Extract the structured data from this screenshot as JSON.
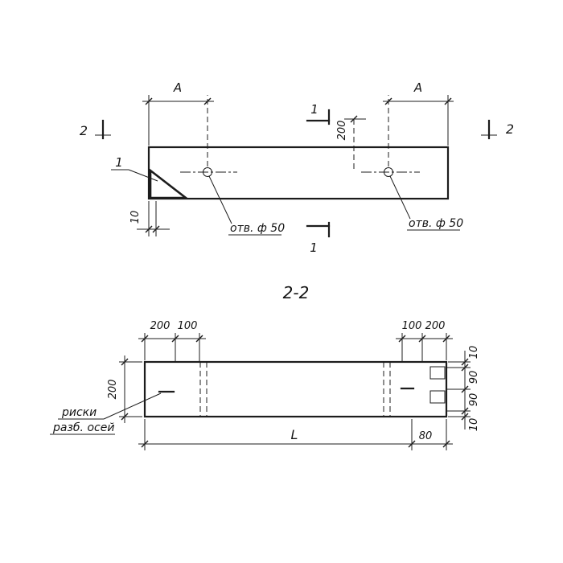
{
  "drawing": {
    "colors": {
      "paper": "#ffffff",
      "ink": "#1c1c1c"
    },
    "plan": {
      "dim_a_left": "A",
      "dim_a_right": "A",
      "section_2_left": "2",
      "section_2_right": "2",
      "section_1_top": "1",
      "section_1_bottom": "1",
      "dim_200": "200",
      "dim_10": "10",
      "hole_label_left": "отв. ф 50",
      "hole_label_right": "отв. ф 50",
      "detail_mark": "1"
    },
    "section": {
      "title": "2-2",
      "dims_top_left": [
        "200",
        "100"
      ],
      "dims_top_right": [
        "100",
        "200"
      ],
      "dim_left_height": "200",
      "dims_right": [
        "10",
        "90",
        "90",
        "10"
      ],
      "dim_length": "L",
      "dim_80": "80",
      "note_line1": "риски",
      "note_line2": "разб. осей"
    }
  }
}
